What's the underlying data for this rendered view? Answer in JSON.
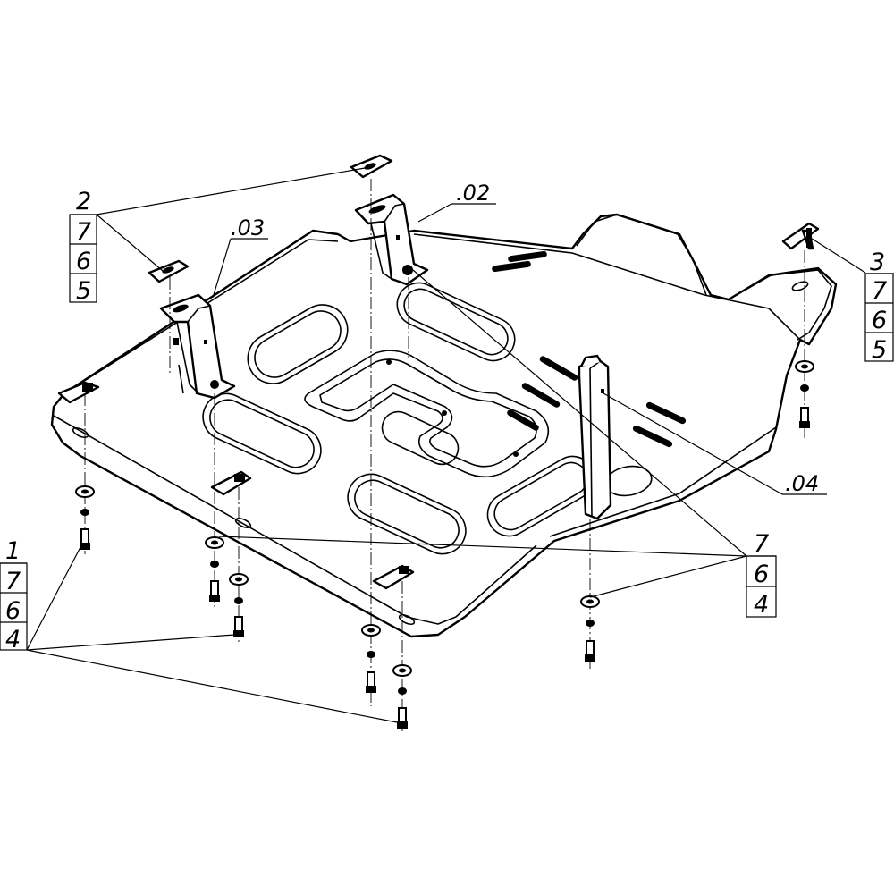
{
  "callouts": {
    "part_02": ".02",
    "part_03": ".03",
    "part_04": ".04",
    "group_top_left": [
      "2",
      "7",
      "6",
      "5"
    ],
    "group_right": [
      "3",
      "7",
      "6",
      "5"
    ],
    "group_bottom_left": [
      "1",
      "7",
      "6",
      "4"
    ],
    "group_bottom_mid": [
      "7",
      "6",
      "4"
    ]
  }
}
